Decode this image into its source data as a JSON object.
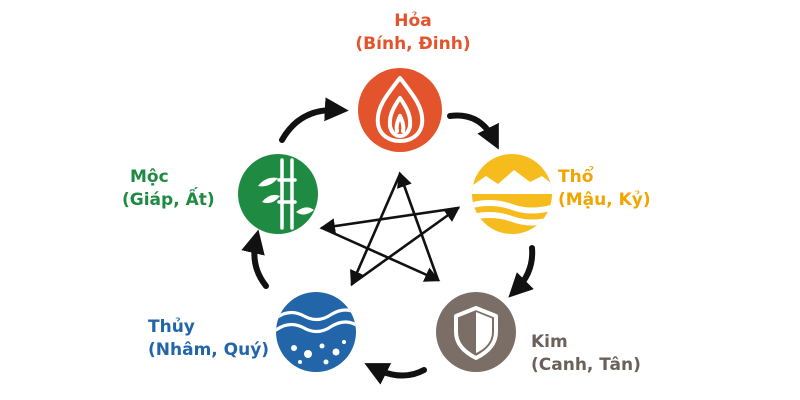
{
  "colors": {
    "fire": "#e4542c",
    "earth": "#f6bb1c",
    "metal": "#7a6e66",
    "water": "#2265a8",
    "wood": "#1f8a41",
    "arrow": "#111111"
  },
  "elements": {
    "fire": {
      "name": "Hỏa",
      "stems": "(Bính, Đinh)",
      "icon": "flame-icon"
    },
    "earth": {
      "name": "Thổ",
      "stems": "(Mậu, Kỷ)",
      "icon": "mountain-icon"
    },
    "metal": {
      "name": "Kim",
      "stems": "(Canh, Tân)",
      "icon": "shield-icon"
    },
    "water": {
      "name": "Thủy",
      "stems": "(Nhâm, Quý)",
      "icon": "wave-icon"
    },
    "wood": {
      "name": "Mộc",
      "stems": "(Giáp, Ất)",
      "icon": "bamboo-icon"
    }
  }
}
